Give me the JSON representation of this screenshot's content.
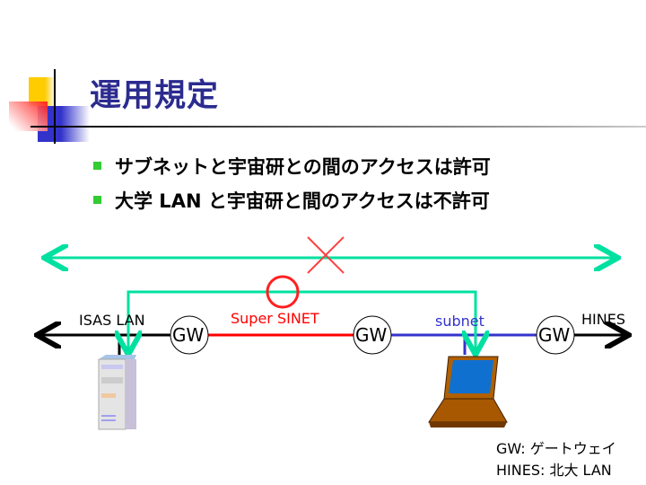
{
  "title": "運用規定",
  "bullets": [
    "サブネットと宇宙研との間のアクセスは許可",
    "大学 LAN と宇宙研と間のアクセスは不許可"
  ],
  "diagram": {
    "isas_lan": "ISAS LAN",
    "super_sinet": "Super SINET",
    "subnet": "subnet",
    "hines": "HINES",
    "gw": "GW",
    "colors": {
      "allowed_path": "#00e0a0",
      "denied_mark": "#ff3030",
      "sinet": "#ff0000",
      "subnet": "#3333cc"
    }
  },
  "legend": {
    "gw": "GW: ゲートウェイ",
    "hines": "HINES: 北大 LAN"
  }
}
